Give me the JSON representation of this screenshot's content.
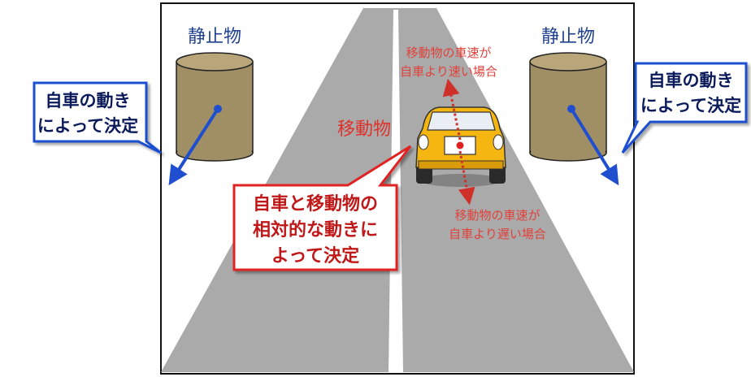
{
  "labels": {
    "static_left": "静止物",
    "static_right": "静止物",
    "moving": "移動物",
    "faster_line1": "移動物の車速が",
    "faster_line2": "自車より速い場合",
    "slower_line1": "移動物の車速が",
    "slower_line2": "自車より遅い場合"
  },
  "callouts": {
    "left": {
      "line1": "自車の動き",
      "line2": "によって決定"
    },
    "right": {
      "line1": "自車の動き",
      "line2": "によって決定"
    },
    "center": {
      "line1": "自車と移動物の",
      "line2": "相対的な動きに",
      "line3": "よって決定"
    }
  },
  "colors": {
    "road": "#aaaaaa",
    "lane_line": "#ffffff",
    "cylinder": "#a08e65",
    "car": "#f6b612",
    "blue_arrow": "#1f4fcf",
    "red_text": "#e0302a",
    "callout_border_blue": "#1f4fcf",
    "callout_border_red": "#e02020"
  }
}
